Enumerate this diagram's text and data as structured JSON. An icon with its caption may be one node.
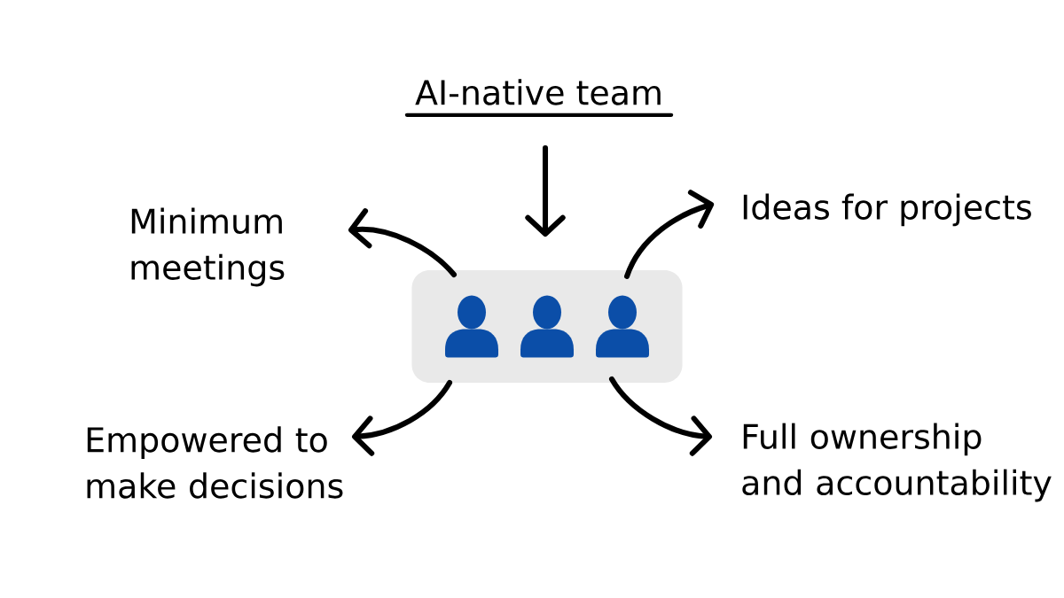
{
  "diagram": {
    "nodes": [
      {
        "text": [
          "AI-native team"
        ]
      },
      {
        "text": [],
        "shape": "box"
      },
      {
        "text": [],
        "shape": "person",
        "in": 1
      },
      {
        "text": [],
        "shape": "person",
        "in": 1
      },
      {
        "text": [],
        "shape": "person",
        "in": 1
      },
      {
        "text": [
          "Minimum meetings"
        ]
      },
      {
        "text": [
          "Ideas for projects"
        ]
      },
      {
        "text": [
          "Empowered to make decisions"
        ]
      },
      {
        "text": [
          "Full ownership and accountability"
        ]
      }
    ],
    "edges": [
      {
        "from": 0,
        "to": 1,
        "arrow": "to"
      },
      {
        "from": 1,
        "to": 5,
        "arrow": "to"
      },
      {
        "from": 1,
        "to": 6,
        "arrow": "to"
      },
      {
        "from": 1,
        "to": 7,
        "arrow": "to"
      },
      {
        "from": 1,
        "to": 8,
        "arrow": "to"
      }
    ]
  }
}
